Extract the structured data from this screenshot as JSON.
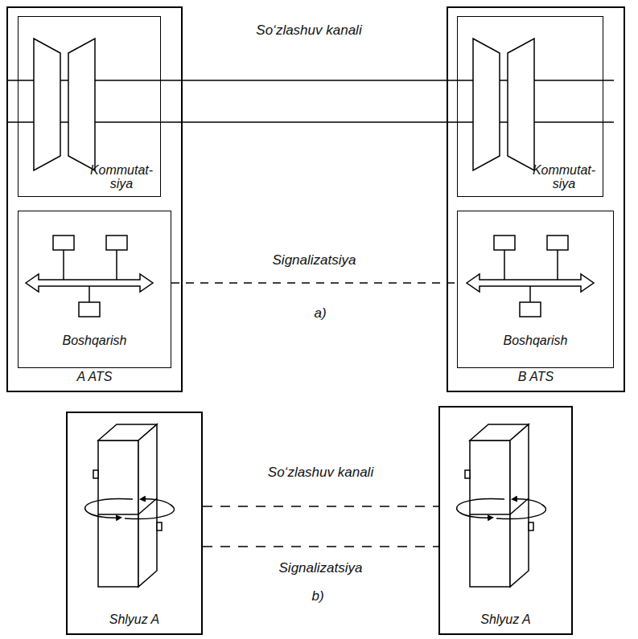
{
  "diagram": {
    "nodes": [
      {
        "text": [
          "A ATS"
        ]
      },
      {
        "text": [
          "Kommutat- siya"
        ],
        "in": 0
      },
      {
        "text": [
          "Boshqarish"
        ],
        "in": 0
      },
      {
        "text": [
          "B ATS"
        ]
      },
      {
        "text": [
          "Kommutat- siya"
        ],
        "in": 3
      },
      {
        "text": [
          "Boshqarish"
        ],
        "in": 3
      },
      {
        "text": [
          "Shlyuz A"
        ]
      },
      {
        "text": [
          "Shlyuz A"
        ]
      }
    ],
    "edges": [
      {
        "from": 1,
        "to": 4,
        "arrow": "none",
        "label": "So‘zlashuv kanali"
      },
      {
        "from": 1,
        "to": 4,
        "arrow": "none"
      },
      {
        "from": 2,
        "to": 5,
        "arrow": "none",
        "label": "Signalizatsiya"
      },
      {
        "from": 6,
        "to": 7,
        "arrow": "none",
        "label": "So‘zlashuv kanali"
      },
      {
        "from": 6,
        "to": 7,
        "arrow": "none",
        "label": "Signalizatsiya"
      }
    ],
    "labels": [
      "a)",
      "b)"
    ]
  }
}
